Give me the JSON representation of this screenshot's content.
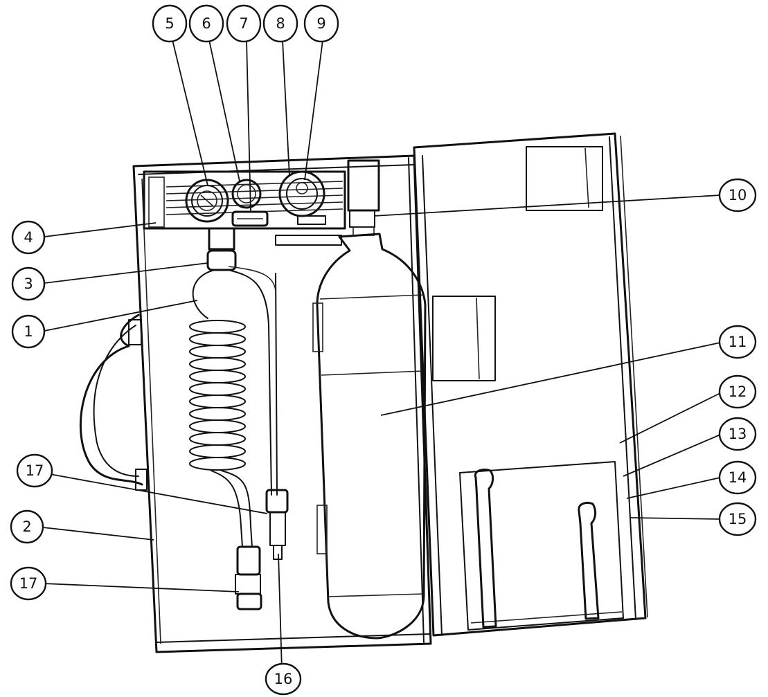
{
  "callouts": [
    {
      "id": "1",
      "label": "1"
    },
    {
      "id": "2",
      "label": "2"
    },
    {
      "id": "3",
      "label": "3"
    },
    {
      "id": "4",
      "label": "4"
    },
    {
      "id": "5",
      "label": "5"
    },
    {
      "id": "6",
      "label": "6"
    },
    {
      "id": "7",
      "label": "7"
    },
    {
      "id": "8",
      "label": "8"
    },
    {
      "id": "9",
      "label": "9"
    },
    {
      "id": "10",
      "label": "10"
    },
    {
      "id": "11",
      "label": "11"
    },
    {
      "id": "12",
      "label": "12"
    },
    {
      "id": "13",
      "label": "13"
    },
    {
      "id": "14",
      "label": "14"
    },
    {
      "id": "15",
      "label": "15"
    },
    {
      "id": "16",
      "label": "16"
    },
    {
      "id": "17a",
      "label": "17"
    },
    {
      "id": "17b",
      "label": "17"
    }
  ]
}
